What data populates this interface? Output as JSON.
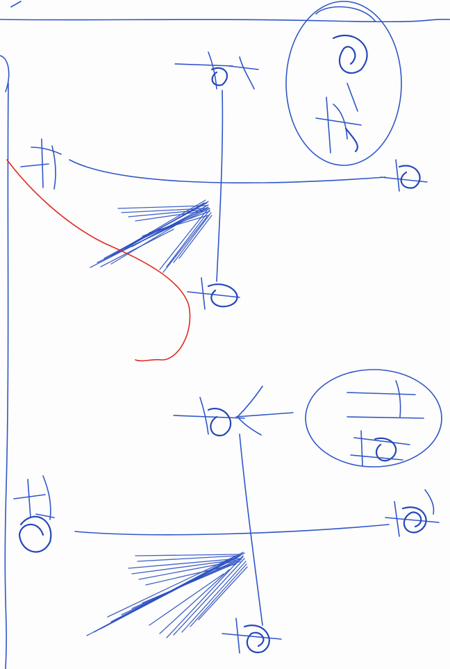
{
  "sheet": {
    "kind": "handwritten-sketch",
    "ink_colors": {
      "blue": "#2f55c8",
      "red": "#e0281e",
      "paper": "#fdfdfd"
    },
    "text": []
  },
  "figures": [
    {
      "id": "upper-figure",
      "strokes": [
        "axis-vertical",
        "axis-horizontal",
        "glyph-top",
        "glyph-left",
        "glyph-right",
        "glyph-bottom",
        "circled-annotation",
        "fan-hatching"
      ]
    },
    {
      "id": "lower-figure",
      "strokes": [
        "axis-vertical",
        "axis-horizontal",
        "glyph-top",
        "glyph-left",
        "glyph-right",
        "glyph-bottom",
        "circled-annotation",
        "fan-hatching"
      ]
    }
  ],
  "annotations": {
    "red_curve": "red-ink-curve"
  }
}
